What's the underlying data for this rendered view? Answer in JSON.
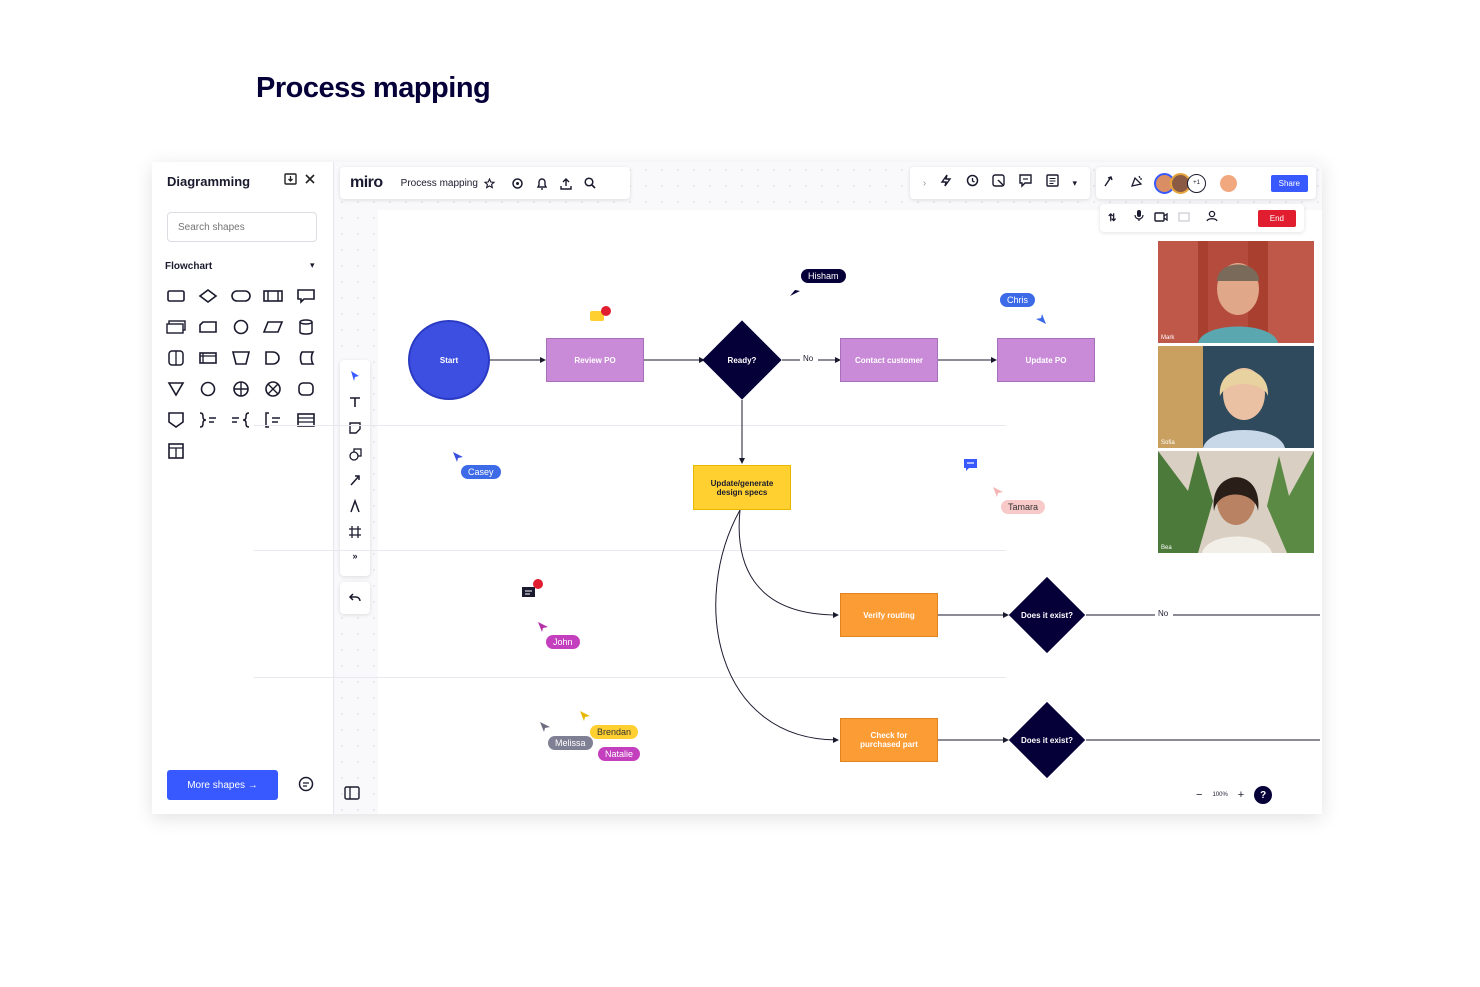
{
  "panel": {
    "title": "Diagramming",
    "search_placeholder": "Search shapes",
    "section": "Flowchart",
    "more_shapes": "More shapes →"
  },
  "topbar": {
    "logo": "miro",
    "board_name": "Process mapping",
    "share_label": "Share",
    "participants_extra": "+1"
  },
  "callbar": {
    "end_label": "End"
  },
  "zoom": {
    "level": "100%"
  },
  "board": {
    "title": "Process mapping",
    "nodes": {
      "start": "Start",
      "review_po": "Review PO",
      "ready": "Ready?",
      "contact_customer": "Contact customer",
      "update_po": "Update PO",
      "update_design": "Update/generate design specs",
      "verify_routing": "Verify routing",
      "does_exist_1": "Does it exist?",
      "check_purchased": "Check for purchased part",
      "does_exist_2": "Does it exist?"
    },
    "edge_labels": {
      "no_1": "No",
      "no_2": "No"
    },
    "collaborators": [
      "Hisham",
      "Chris",
      "Casey",
      "Tamara",
      "John",
      "Brendan",
      "Melissa",
      "Natalie"
    ],
    "video_names": [
      "Mark",
      "Sofia",
      "Bea"
    ]
  },
  "colors": {
    "accent": "#3859ff",
    "start": "#3d4fe0",
    "purple": "#c98ad8",
    "orange": "#fc9c35",
    "yellow": "#ffd02f",
    "diamond": "#050038",
    "end": "#e01e2f"
  }
}
